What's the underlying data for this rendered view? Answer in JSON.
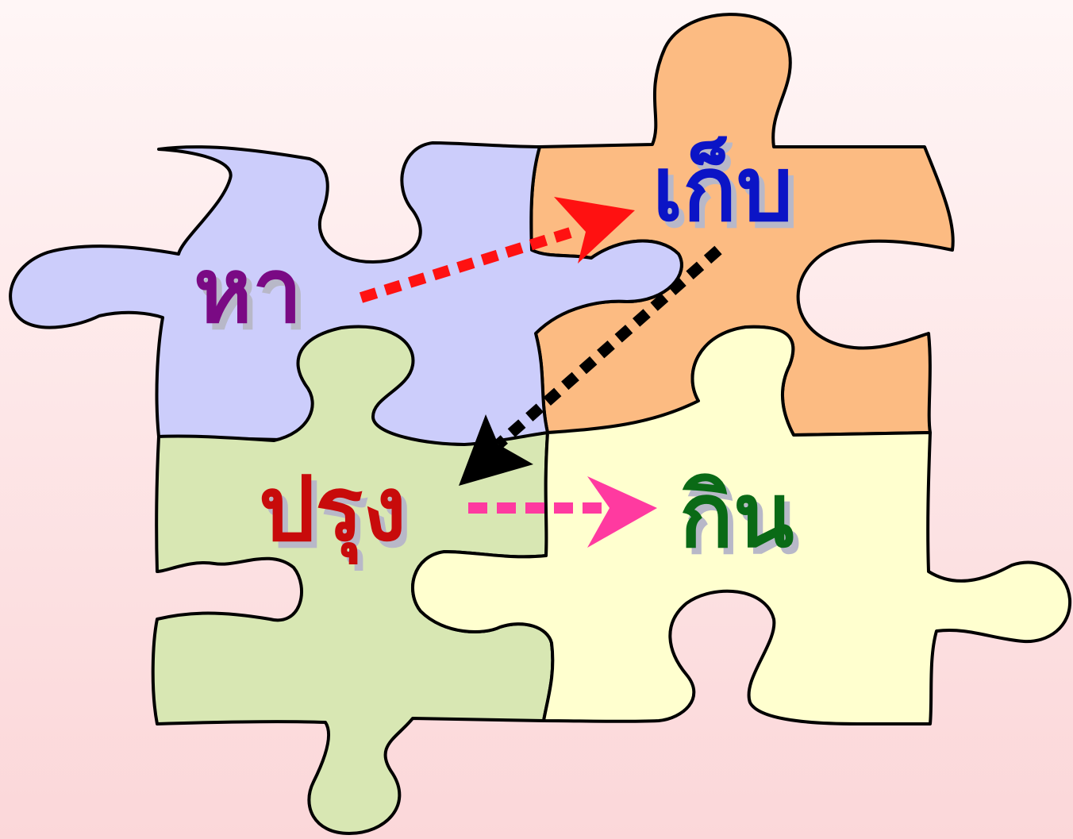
{
  "pieces": [
    {
      "id": "find",
      "label": "หา",
      "fill": "#cccdfb",
      "text_color": "#7a0a84"
    },
    {
      "id": "store",
      "label": "เก็บ",
      "fill": "#fcbb82",
      "text_color": "#0b14c6"
    },
    {
      "id": "cook",
      "label": "ปรุง",
      "fill": "#d8e7b3",
      "text_color": "#c80b0b"
    },
    {
      "id": "eat",
      "label": "กิน",
      "fill": "#ffffcf",
      "text_color": "#0a6a16"
    }
  ],
  "arrows": [
    {
      "from": "find",
      "to": "store",
      "color": "#ff1111",
      "style": "dotted"
    },
    {
      "from": "store",
      "to": "cook",
      "color": "#000000",
      "style": "dotted"
    },
    {
      "from": "cook",
      "to": "eat",
      "color": "#ff3aa0",
      "style": "dotted"
    }
  ]
}
